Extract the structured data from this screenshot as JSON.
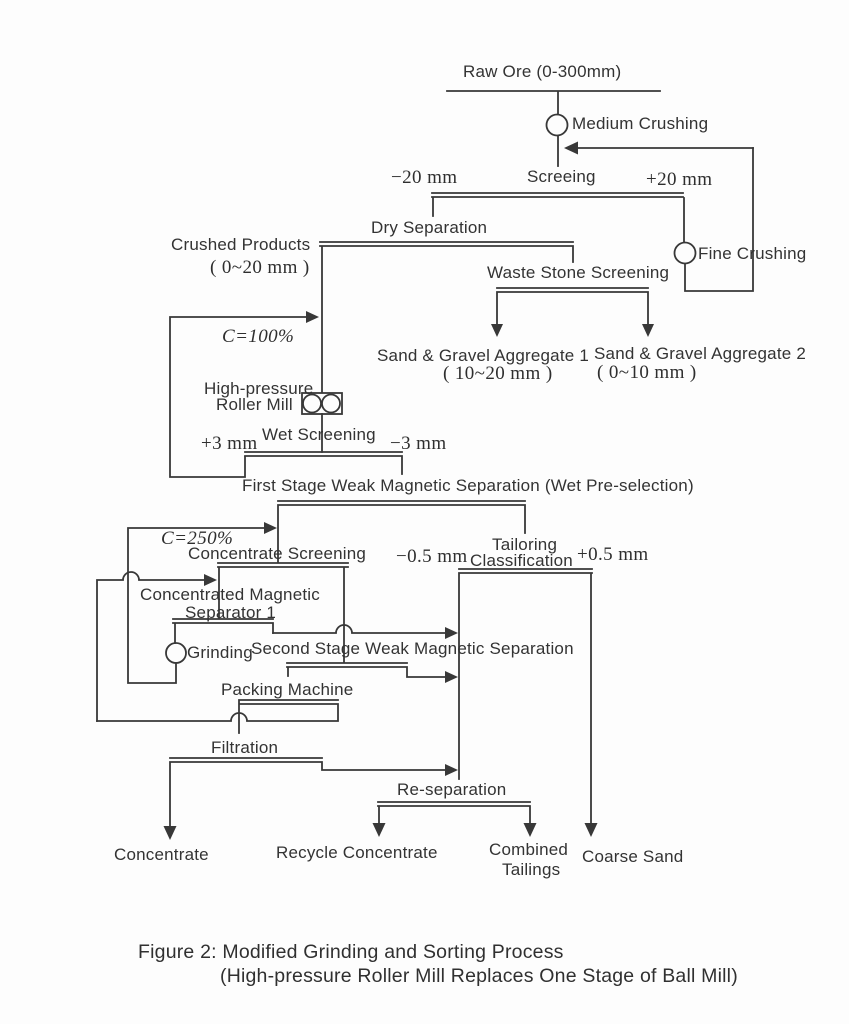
{
  "colors": {
    "background": "#fdfdfd",
    "line": "#383838",
    "text": "#333333"
  },
  "labels": {
    "raw_ore": "Raw Ore (0-300mm)",
    "medium_crushing": "Medium Crushing",
    "screening": "Screeing",
    "minus_20mm": "−20 mm",
    "plus_20mm": "+20 mm",
    "dry_separation": "Dry Separation",
    "crushed_products": "Crushed Products",
    "crushed_products_size": "( 0~20 mm )",
    "waste_stone_screening": "Waste Stone Screening",
    "fine_crushing": "Fine Crushing",
    "aggregate1": "Sand & Gravel Aggregate 1",
    "aggregate1_size": "( 10~20 mm )",
    "aggregate2": "Sand & Gravel Aggregate 2",
    "aggregate2_size": "( 0~10 mm )",
    "c100": "C=100%",
    "high_pressure": "High-pressure",
    "roller_mill": "Roller Mill",
    "wet_screening": "Wet Screening",
    "plus_3mm": "+3 mm",
    "minus_3mm": "−3 mm",
    "first_stage": "First Stage Weak Magnetic Separation (Wet Pre-selection)",
    "c250": "C=250%",
    "concentrate_screening": "Concentrate Screening",
    "tailoring": "Tailoring",
    "classification": "Classification",
    "minus_05mm": "−0.5 mm",
    "plus_05mm": "+0.5 mm",
    "concentrated_magnetic": "Concentrated Magnetic",
    "separator_1": "Separator 1",
    "grinding": "Grinding",
    "second_stage": "Second Stage Weak Magnetic Separation",
    "packing_machine": "Packing Machine",
    "filtration": "Filtration",
    "re_separation": "Re-separation",
    "concentrate": "Concentrate",
    "recycle_concentrate": "Recycle Concentrate",
    "combined_tailings_line1": "Combined",
    "combined_tailings_line2": "Tailings",
    "coarse_sand": "Coarse Sand"
  },
  "caption": {
    "line1": "Figure 2: Modified Grinding and Sorting Process",
    "line2": "(High-pressure Roller Mill Replaces One Stage of Ball Mill)"
  }
}
